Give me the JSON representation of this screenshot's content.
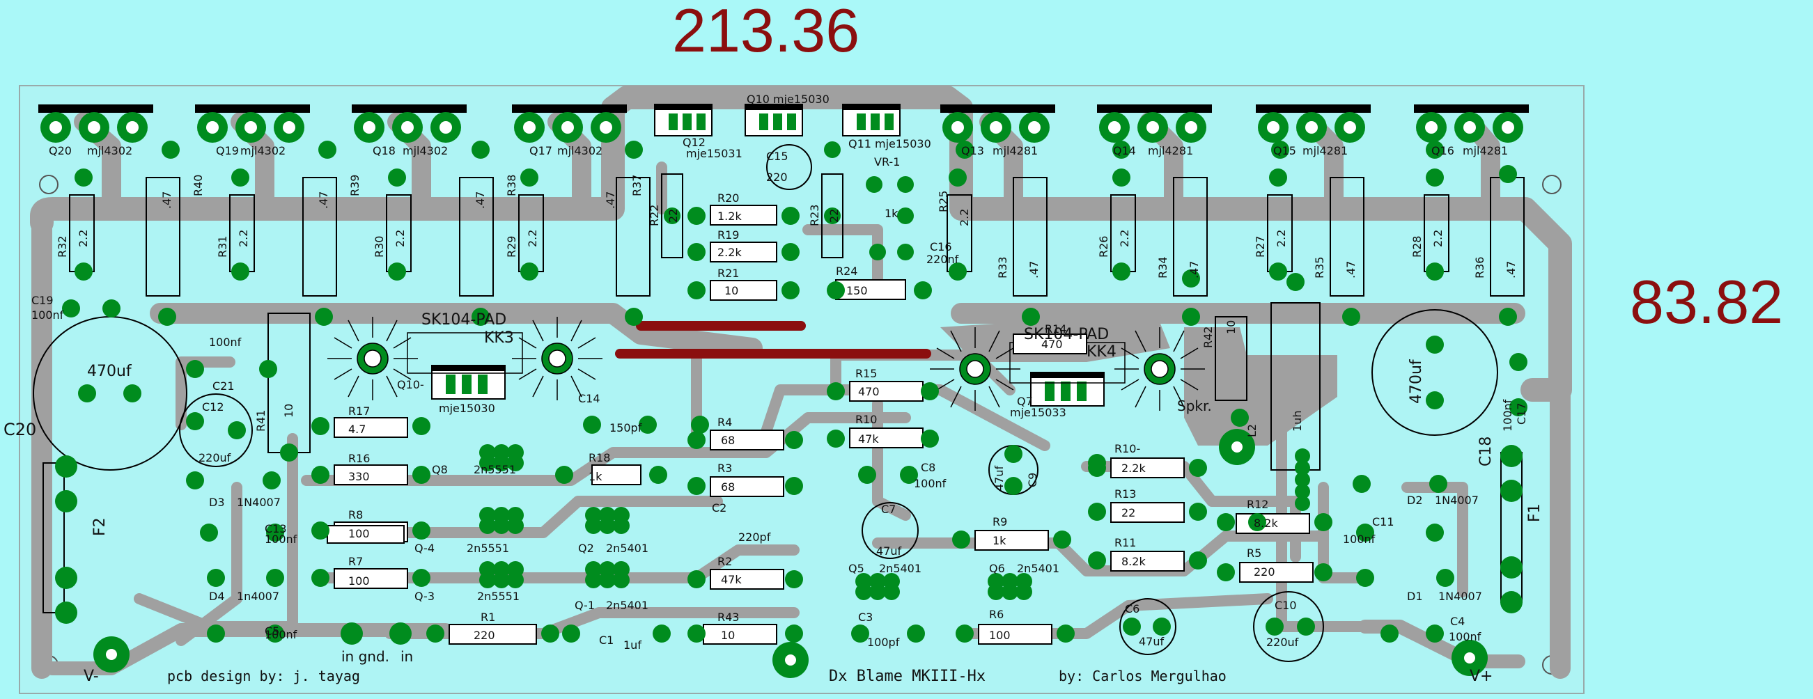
{
  "dimensions": {
    "width": "213.36",
    "height": "83.82"
  },
  "colors": {
    "background": "#aaf8f8",
    "board": "#aef4f4",
    "trace": "#a0a0a0",
    "pad": "#008c1e",
    "outline": "#111111",
    "jumper": "#8b0f0f",
    "dimension": "#8b0f0f"
  },
  "footer": {
    "designer": "pcb design by: j. tayag",
    "title": "Dx Blame MKIII-Hx",
    "author": "by: Carlos Mergulhao",
    "v_minus": "V-",
    "v_plus": "V+",
    "in_gnd": "in gnd.",
    "in": "in"
  },
  "heatsinks": {
    "left": "SK104-PAD",
    "left_ref": "KK3",
    "right": "SK104-PAD",
    "right_ref": "KK4"
  },
  "components": [
    {
      "ref": "Q20",
      "value": "mjl4302"
    },
    {
      "ref": "Q19",
      "value": "mjl4302"
    },
    {
      "ref": "Q18",
      "value": "mjl4302"
    },
    {
      "ref": "Q17",
      "value": "mjl4302"
    },
    {
      "ref": "Q13",
      "value": "mjl4281"
    },
    {
      "ref": "Q14",
      "value": "mjl4281"
    },
    {
      "ref": "Q15",
      "value": "mjl4281"
    },
    {
      "ref": "Q16",
      "value": "mjl4281"
    },
    {
      "ref": "Q10",
      "value": "mje15030"
    },
    {
      "ref": "Q12",
      "value": "mje15031"
    },
    {
      "ref": "Q11",
      "value": "mje15030"
    },
    {
      "ref": "Q10-",
      "value": "mje15030"
    },
    {
      "ref": "Q7",
      "value": "mje15033"
    },
    {
      "ref": "Q8",
      "value": "2n5551"
    },
    {
      "ref": "Q-4",
      "value": "2n5551"
    },
    {
      "ref": "Q-3",
      "value": "2n5551"
    },
    {
      "ref": "Q2",
      "value": "2n5401"
    },
    {
      "ref": "Q-1",
      "value": "2n5401"
    },
    {
      "ref": "Q5",
      "value": "2n5401"
    },
    {
      "ref": "Q6",
      "value": "2n5401"
    },
    {
      "ref": "R40",
      "value": ".47"
    },
    {
      "ref": "R39",
      "value": ".47"
    },
    {
      "ref": "R38",
      "value": ".47"
    },
    {
      "ref": "R37",
      "value": ".47"
    },
    {
      "ref": "R33",
      "value": ".47"
    },
    {
      "ref": "R34",
      "value": ".47"
    },
    {
      "ref": "R35",
      "value": ".47"
    },
    {
      "ref": "R36",
      "value": ".47"
    },
    {
      "ref": "R32",
      "value": "2.2"
    },
    {
      "ref": "R31",
      "value": "2.2"
    },
    {
      "ref": "R30",
      "value": "2.2"
    },
    {
      "ref": "R29",
      "value": "2.2"
    },
    {
      "ref": "R25",
      "value": "2.2"
    },
    {
      "ref": "R26",
      "value": "2.2"
    },
    {
      "ref": "R27",
      "value": "2.2"
    },
    {
      "ref": "R28",
      "value": "2.2"
    },
    {
      "ref": "R22",
      "value": "22"
    },
    {
      "ref": "R23",
      "value": "22"
    },
    {
      "ref": "R20",
      "value": "1.2k"
    },
    {
      "ref": "R19",
      "value": "2.2k"
    },
    {
      "ref": "R21",
      "value": "10"
    },
    {
      "ref": "R24",
      "value": "150"
    },
    {
      "ref": "VR-1",
      "value": "1k"
    },
    {
      "ref": "R14",
      "value": "470"
    },
    {
      "ref": "R15",
      "value": "470"
    },
    {
      "ref": "R10",
      "value": "47k"
    },
    {
      "ref": "R17",
      "value": "4.7"
    },
    {
      "ref": "R16",
      "value": "330"
    },
    {
      "ref": "R8",
      "value": "100"
    },
    {
      "ref": "R7",
      "value": "100"
    },
    {
      "ref": "R18",
      "value": "1k"
    },
    {
      "ref": "R4",
      "value": "68"
    },
    {
      "ref": "R3",
      "value": "68"
    },
    {
      "ref": "R2",
      "value": "47k"
    },
    {
      "ref": "R1",
      "value": "220"
    },
    {
      "ref": "R43",
      "value": "10"
    },
    {
      "ref": "R9",
      "value": "1k"
    },
    {
      "ref": "R6",
      "value": "100"
    },
    {
      "ref": "R10-",
      "value": "2.2k"
    },
    {
      "ref": "R13",
      "value": "22"
    },
    {
      "ref": "R11",
      "value": "8.2k"
    },
    {
      "ref": "R12",
      "value": "8.2k"
    },
    {
      "ref": "R5",
      "value": "220"
    },
    {
      "ref": "R41",
      "value": "10"
    },
    {
      "ref": "R42",
      "value": "10"
    },
    {
      "ref": "C19",
      "value": "100nf"
    },
    {
      "ref": "C20",
      "value": "470uf"
    },
    {
      "ref": "C21",
      "value": "100nf"
    },
    {
      "ref": "C12",
      "value": "220uf"
    },
    {
      "ref": "C13",
      "value": "100nf"
    },
    {
      "ref": "C5",
      "value": "100nf"
    },
    {
      "ref": "C14",
      "value": "150pf"
    },
    {
      "ref": "C15",
      "value": "220"
    },
    {
      "ref": "C16",
      "value": "220nf"
    },
    {
      "ref": "C2",
      "value": "220pf"
    },
    {
      "ref": "C1",
      "value": "1uf"
    },
    {
      "ref": "C3",
      "value": "100pf"
    },
    {
      "ref": "C7",
      "value": "47uf"
    },
    {
      "ref": "C8",
      "value": "100nf"
    },
    {
      "ref": "C9",
      "value": "47uf"
    },
    {
      "ref": "C6",
      "value": "47uf"
    },
    {
      "ref": "C10",
      "value": "220uf"
    },
    {
      "ref": "C11",
      "value": "100nf"
    },
    {
      "ref": "C4",
      "value": "100nf"
    },
    {
      "ref": "C17",
      "value": "100nf"
    },
    {
      "ref": "C18",
      "value": "470uf"
    },
    {
      "ref": "D3",
      "value": "1N4007"
    },
    {
      "ref": "D4",
      "value": "1n4007"
    },
    {
      "ref": "D2",
      "value": "1N4007"
    },
    {
      "ref": "D1",
      "value": "1N4007"
    },
    {
      "ref": "F1",
      "value": ""
    },
    {
      "ref": "F2",
      "value": ""
    },
    {
      "ref": "L2",
      "value": "1uh"
    },
    {
      "ref": "Spkr.",
      "value": ""
    }
  ]
}
